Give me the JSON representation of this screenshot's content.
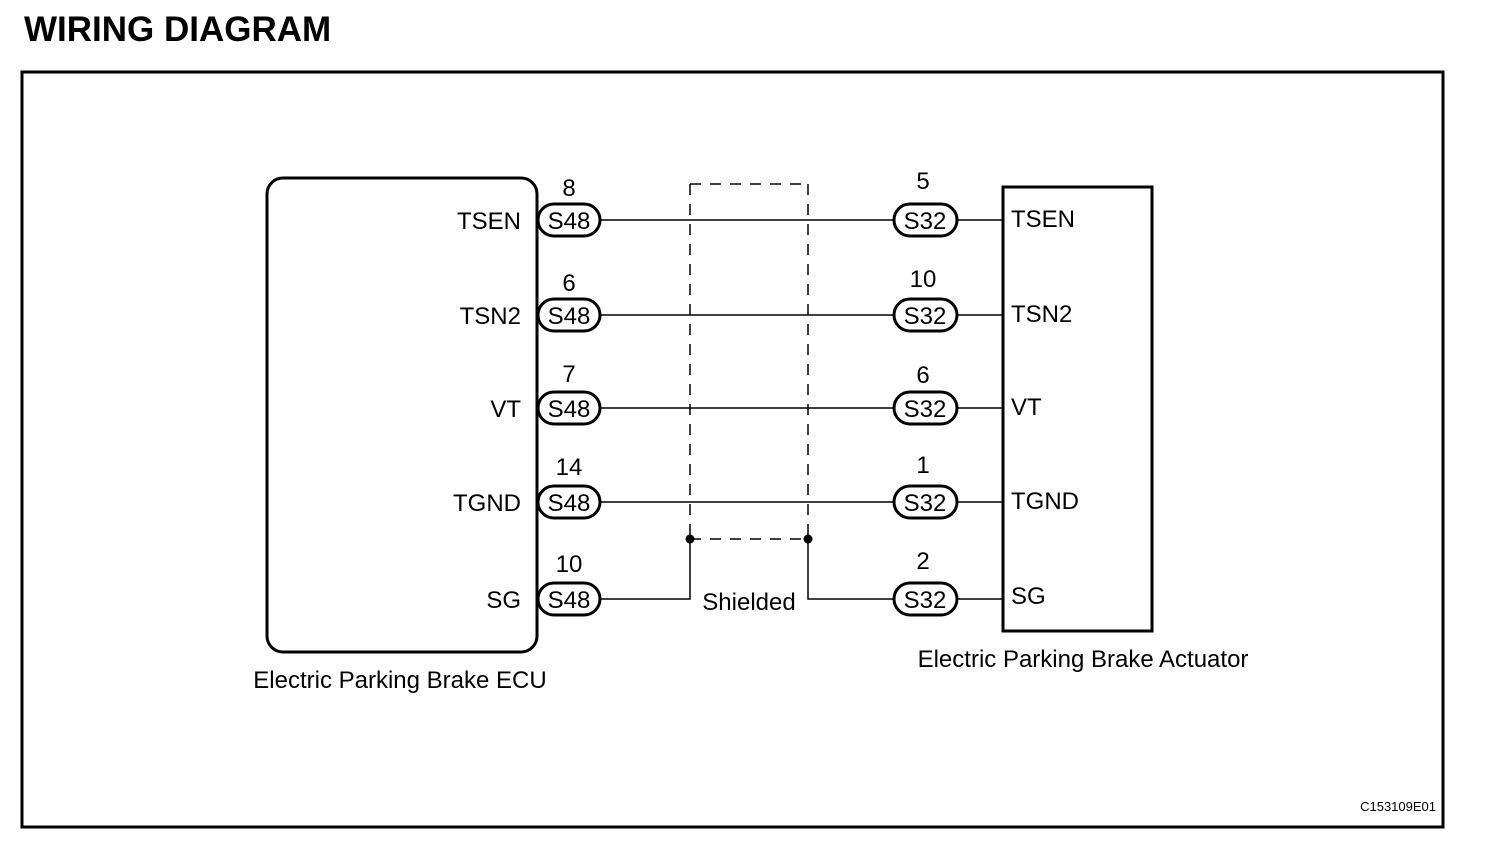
{
  "title": "WIRING DIAGRAM",
  "ecu": {
    "label": "Electric Parking Brake ECU",
    "connector": "S48",
    "pins": [
      {
        "name": "TSEN",
        "pin": "8"
      },
      {
        "name": "TSN2",
        "pin": "6"
      },
      {
        "name": "VT",
        "pin": "7"
      },
      {
        "name": "TGND",
        "pin": "14"
      },
      {
        "name": "SG",
        "pin": "10"
      }
    ]
  },
  "actuator": {
    "label": "Electric Parking Brake Actuator",
    "connector": "S32",
    "pins": [
      {
        "name": "TSEN",
        "pin": "5"
      },
      {
        "name": "TSN2",
        "pin": "10"
      },
      {
        "name": "VT",
        "pin": "6"
      },
      {
        "name": "TGND",
        "pin": "1"
      },
      {
        "name": "SG",
        "pin": "2"
      }
    ]
  },
  "shield_label": "Shielded",
  "figure_code": "C153109E01"
}
